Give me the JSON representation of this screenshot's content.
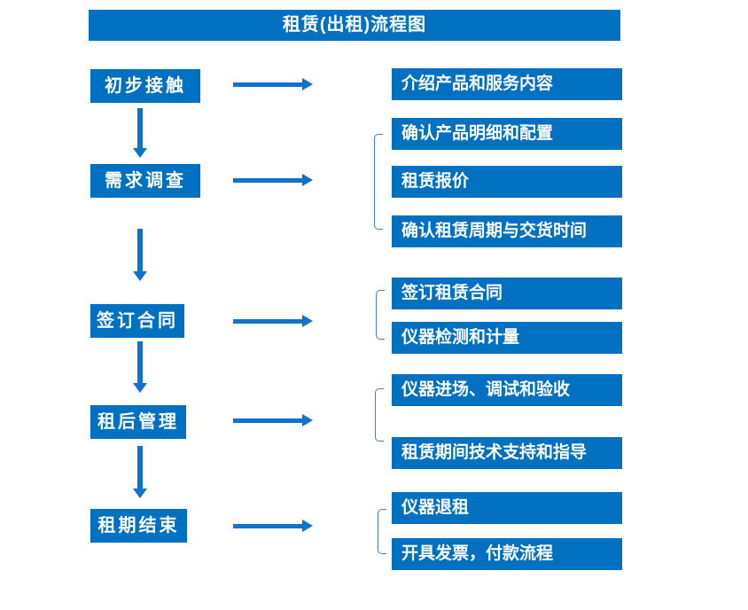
{
  "title": "租赁(出租)流程图",
  "colors": {
    "box_blue": "#0070C0",
    "arrow_blue": "#1072C8",
    "bracket_blue": "#4A7EBB",
    "text_white": "#FFFFFF"
  },
  "steps": [
    {
      "label": "初步接触",
      "outputs": [
        "介绍产品和服务内容"
      ]
    },
    {
      "label": "需求调查",
      "outputs": [
        "确认产品明细和配置",
        "租赁报价",
        "确认租赁周期与交货时间"
      ]
    },
    {
      "label": "签订合同",
      "outputs": [
        "签订租赁合同",
        "仪器检测和计量"
      ]
    },
    {
      "label": "租后管理",
      "outputs": [
        "仪器进场、调试和验收",
        "租赁期间技术支持和指导"
      ]
    },
    {
      "label": "租期结束",
      "outputs": [
        "仪器退租",
        "开具发票，付款流程"
      ]
    }
  ]
}
